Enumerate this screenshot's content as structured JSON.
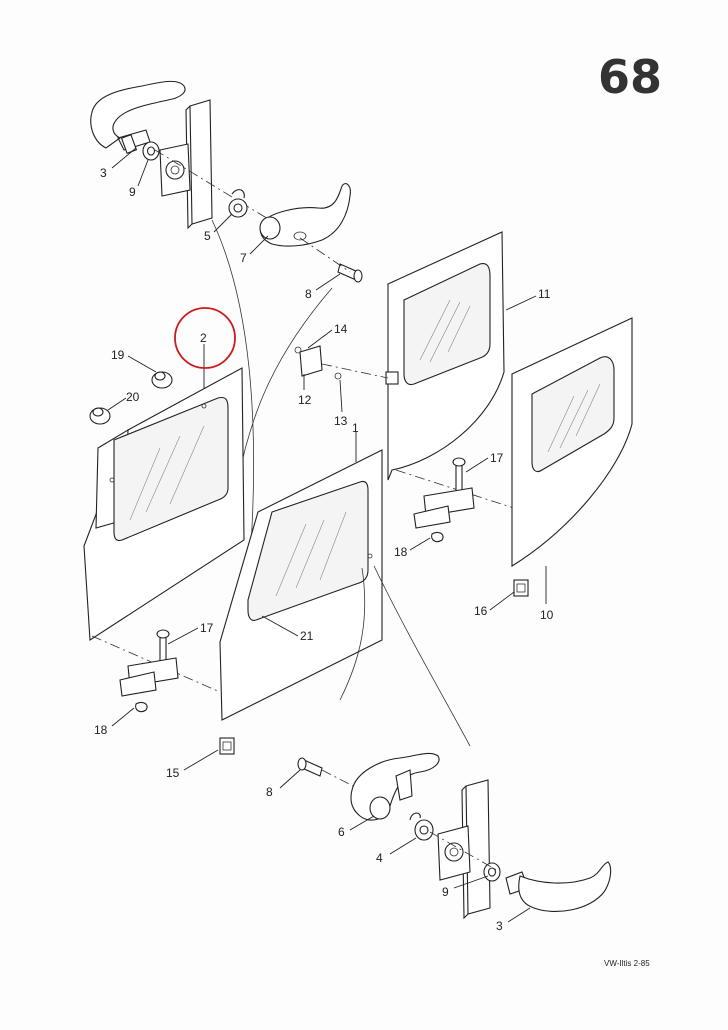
{
  "page": {
    "number": "68",
    "footer_code": "VW-Iltis  2-85"
  },
  "callouts": {
    "c3_top": "3",
    "c9_top": "9",
    "c5": "5",
    "c7": "7",
    "c8_top": "8",
    "c11": "11",
    "c14": "14",
    "c2": "2",
    "c19": "19",
    "c20": "20",
    "c12": "12",
    "c13": "13",
    "c1": "1",
    "c17_right": "17",
    "c18_right": "18",
    "c16": "16",
    "c10": "10",
    "c21": "21",
    "c17_left": "17",
    "c18_left": "18",
    "c15": "15",
    "c8_bottom": "8",
    "c6": "6",
    "c4": "4",
    "c9_bottom": "9",
    "c3_bottom": "3"
  },
  "highlight": {
    "circled_callout": "2",
    "color": "#cc1a1a"
  },
  "colors": {
    "ink": "#222222",
    "paper": "#fdfdfd"
  },
  "icons": {
    "highlight_mark": "red-circle"
  }
}
